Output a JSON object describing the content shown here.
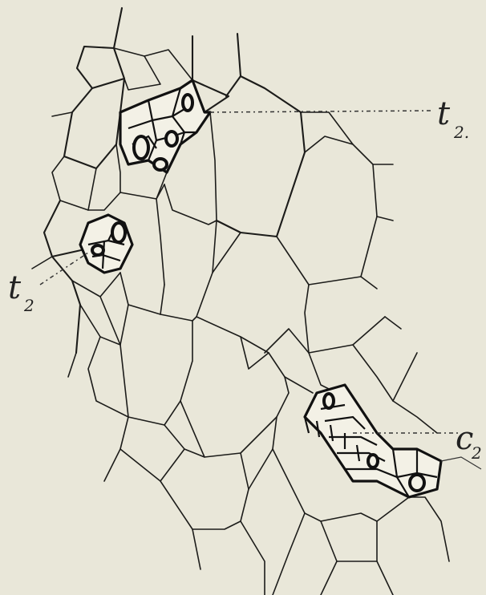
{
  "labels": {
    "t2_right": {
      "main": "t",
      "sub": "2."
    },
    "t2_left": {
      "main": "t",
      "sub": "2"
    },
    "c2_right": {
      "main": "c",
      "sub": "2"
    }
  },
  "colors": {
    "background": "#e9e7d9",
    "ink": "#1c1c1a"
  }
}
